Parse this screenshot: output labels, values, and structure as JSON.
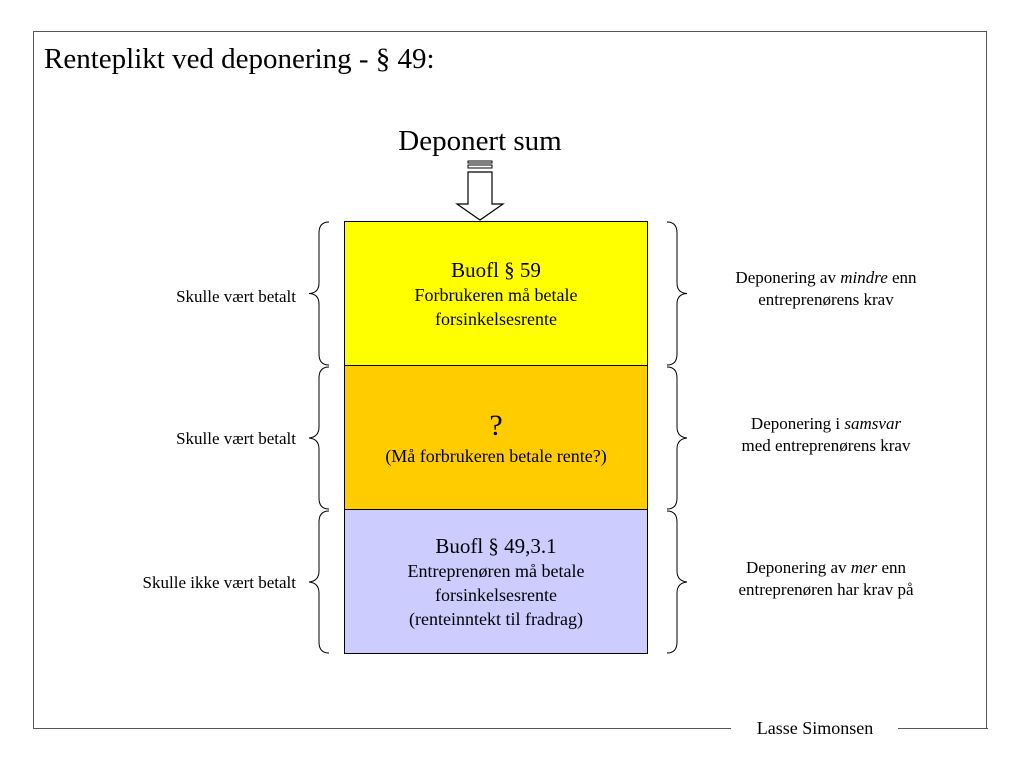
{
  "title": "Renteplikt ved deponering - § 49:",
  "deposit_label": "Deponert sum",
  "boxes": [
    {
      "heading": "Buofl § 59",
      "lines": [
        "Forbrukeren må betale",
        "forsinkelsesrente"
      ],
      "color": "#ffff00"
    },
    {
      "heading": "?",
      "lines": [
        "(Må forbrukeren betale rente?)"
      ],
      "color": "#ffcc00"
    },
    {
      "heading": "Buofl § 49,3.1",
      "lines": [
        "Entreprenøren må betale",
        "forsinkelsesrente",
        "(renteinntekt til fradrag)"
      ],
      "color": "#ccccff"
    }
  ],
  "left_labels": [
    "Skulle vært betalt",
    "Skulle vært betalt",
    "Skulle ikke vært betalt"
  ],
  "right_labels": [
    {
      "pre": "Deponering av ",
      "em": "mindre",
      "post": " enn",
      "line2": "entreprenørens krav"
    },
    {
      "pre": "Deponering i ",
      "em": "samsvar",
      "post": "",
      "line2": "med entreprenørens krav"
    },
    {
      "pre": "Deponering av ",
      "em": "mer",
      "post": " enn",
      "line2": "entreprenøren har krav på"
    }
  ],
  "author": "Lasse Simonsen"
}
